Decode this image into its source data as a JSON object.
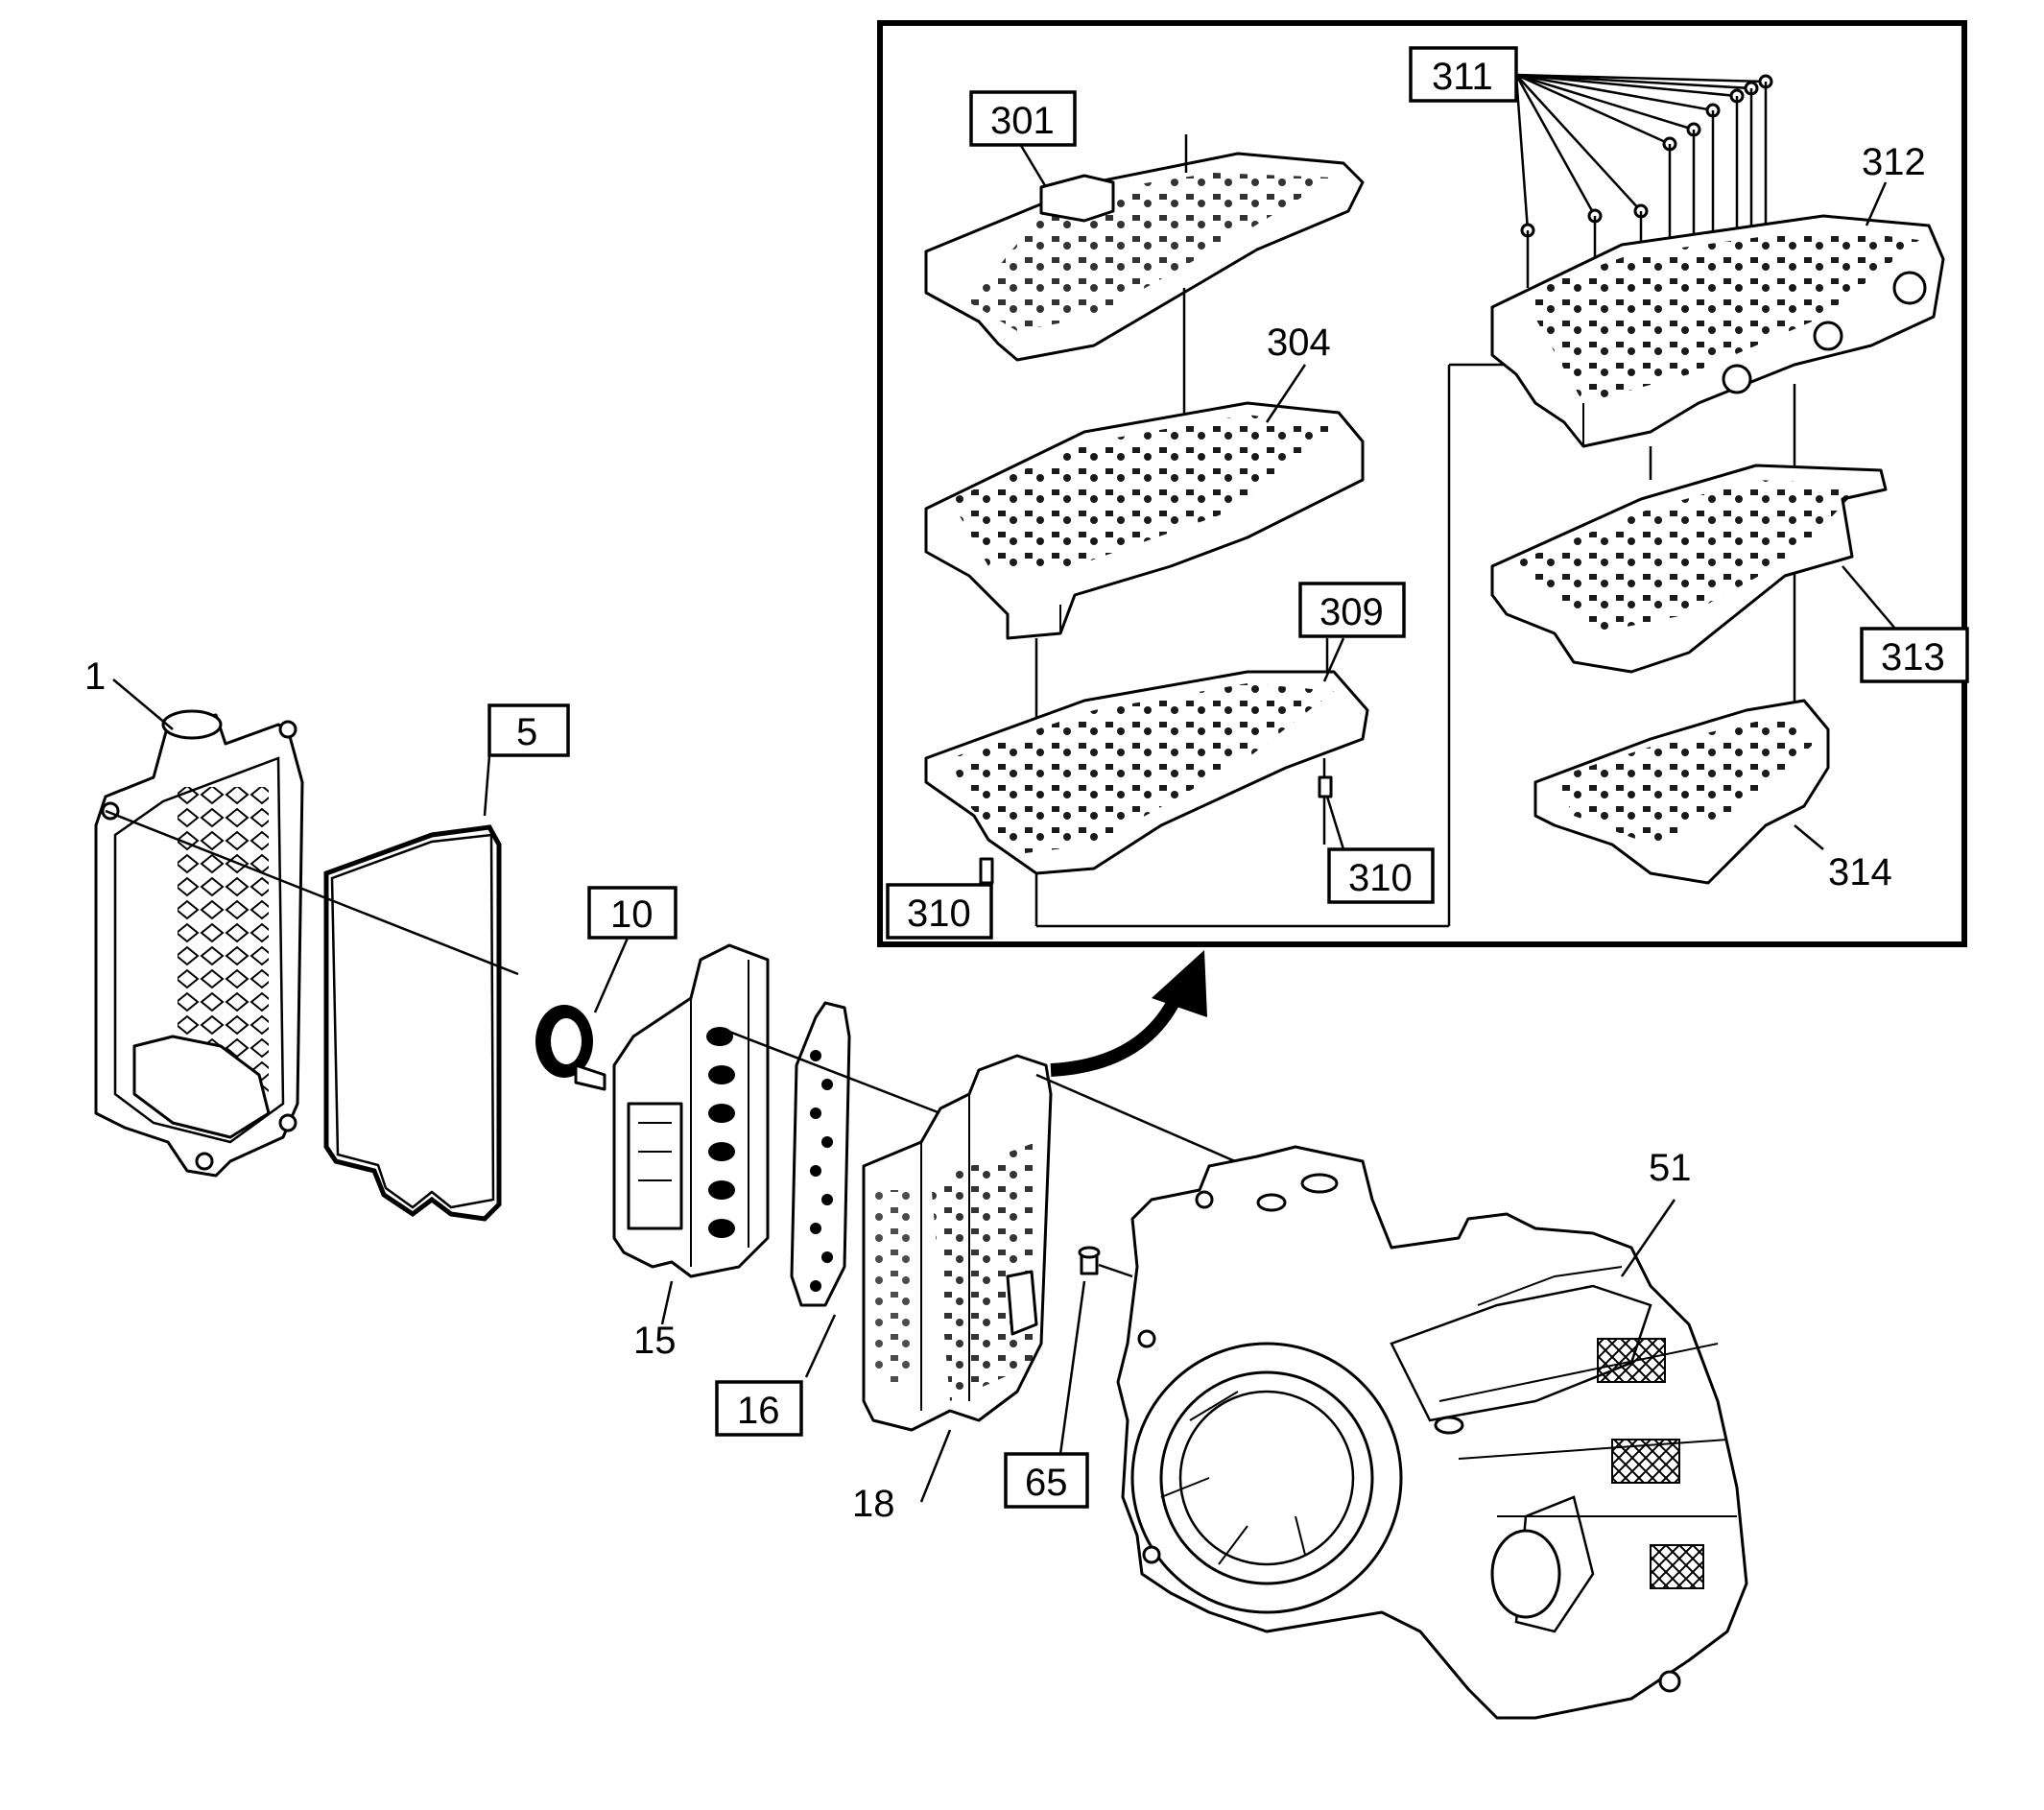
{
  "labels": {
    "l1": "1",
    "l5": "5",
    "l10": "10",
    "l15": "15",
    "l16": "16",
    "l18": "18",
    "l51": "51",
    "l65": "65",
    "l301": "301",
    "l304": "304",
    "l309": "309",
    "l310a": "310",
    "l310b": "310",
    "l311": "311",
    "l312": "312",
    "l313": "313",
    "l314": "314"
  },
  "colors": {
    "ink": "#000000",
    "paper": "#ffffff"
  }
}
